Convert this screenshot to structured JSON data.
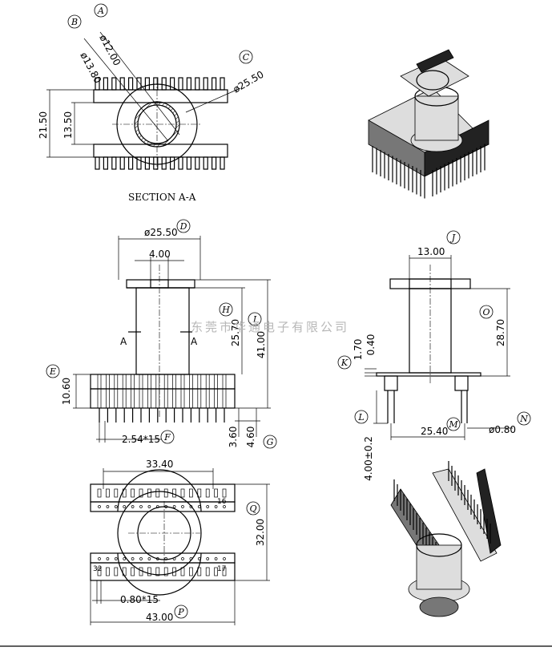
{
  "section_label": "SECTION A-A",
  "watermark": "东莞市华通电子有限公司",
  "section_view": {
    "dim_d1": "ø12.00",
    "dim_d2": "ø13.80",
    "dim_d3": "ø25.50",
    "dim_h1": "21.50",
    "dim_h2": "13.50",
    "callouts": [
      "A",
      "B",
      "C"
    ]
  },
  "front_view": {
    "dim_top_dia": "ø25.50",
    "dim_slot": "4.00",
    "dim_h_25": "25.70",
    "dim_h_41": "41.00",
    "dim_base": "10.60",
    "dim_pitch": "2.54*15",
    "dim_pin1": "3.60",
    "dim_pin2": "4.60",
    "section_mark": "A",
    "callouts": [
      "D",
      "E",
      "F",
      "G",
      "H",
      "I"
    ]
  },
  "side_view": {
    "dim_top": "13.00",
    "dim_h": "28.70",
    "dim_t1": "1.70",
    "dim_t2": "0.40",
    "dim_w": "25.40",
    "dim_pin": "ø0.80",
    "dim_pinlen": "4.00±0.2",
    "callouts": [
      "J",
      "K",
      "L",
      "M",
      "N",
      "O"
    ]
  },
  "bottom_view": {
    "dim_w1": "33.40",
    "dim_h": "32.00",
    "dim_pitch": "0.80*15",
    "dim_w2": "43.00",
    "pin_16": "16",
    "pin_17": "17",
    "pin_32": "32",
    "callouts": [
      "P",
      "Q"
    ]
  }
}
